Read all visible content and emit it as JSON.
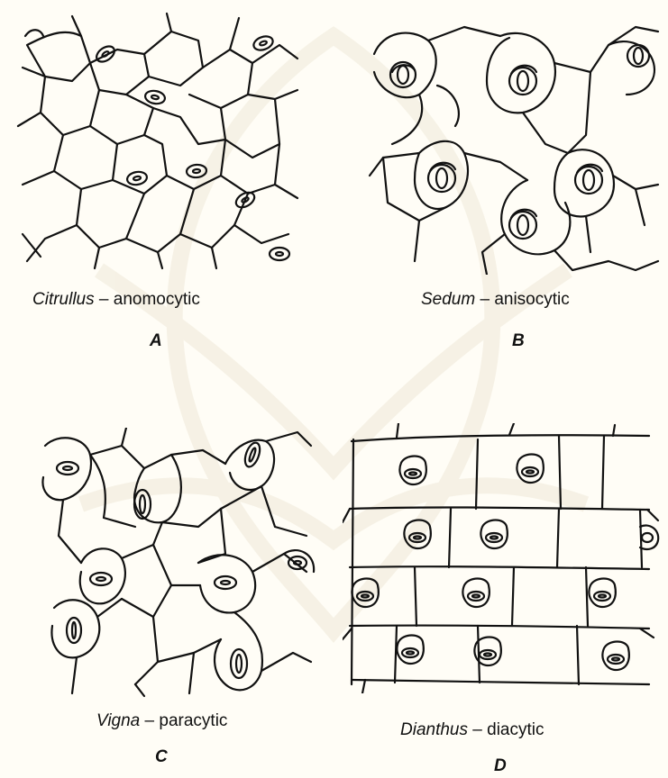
{
  "panels": [
    {
      "genus": "Citrullus",
      "type": "anomocytic",
      "sep": " – ",
      "letter": "A"
    },
    {
      "genus": "Sedum",
      "type": "anisocytic",
      "sep": " – ",
      "letter": "B"
    },
    {
      "genus": "Vigna",
      "type": "paracytic",
      "sep": " – ",
      "letter": "C"
    },
    {
      "genus": "Dianthus",
      "type": "diacytic",
      "sep": " – ",
      "letter": "D"
    }
  ]
}
